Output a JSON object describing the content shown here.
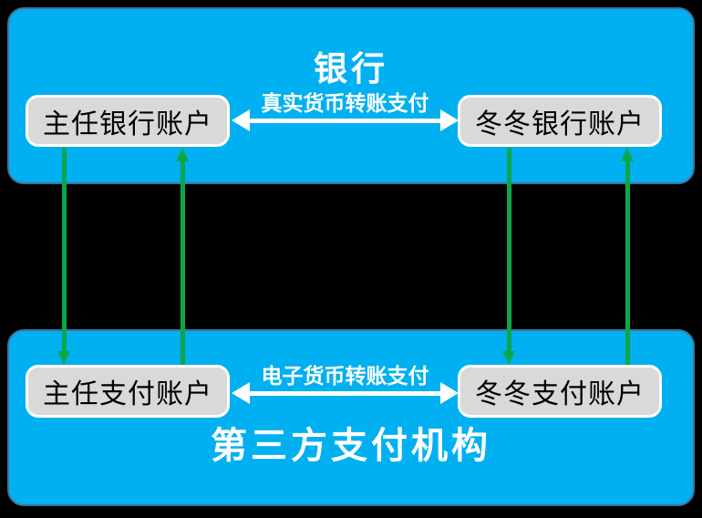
{
  "colors": {
    "background": "#000000",
    "panel-fill": "#00B0F0",
    "panel-border": "#41719C",
    "node-fill": "#D9D9D9",
    "node-border": "#FFFFFF",
    "node-text": "#000000",
    "title-text": "#FFFFFF",
    "arrow-white": "#FFFFFF",
    "arrow-green": "#0CA64A"
  },
  "diagram": {
    "bank_panel": {
      "title": "银行",
      "nodes": {
        "left": "主任银行账户",
        "right": "冬冬银行账户"
      },
      "arrow_label": "真实货币转账支付"
    },
    "payment_panel": {
      "title": "第三方支付机构",
      "nodes": {
        "left": "主任支付账户",
        "right": "冬冬支付账户"
      },
      "arrow_label": "电子货币转账支付"
    }
  }
}
